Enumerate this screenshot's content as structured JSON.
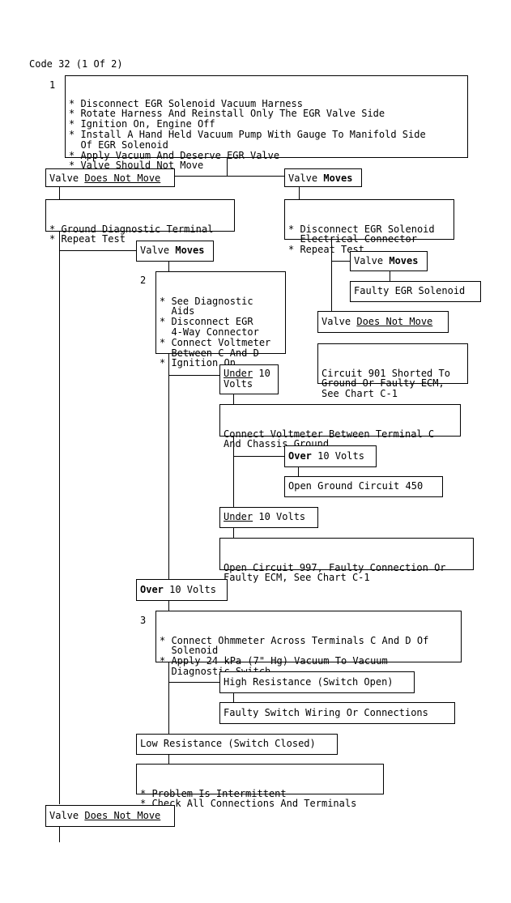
{
  "title": "Code 32 (1 Of 2)",
  "step1": {
    "number": "1",
    "lines": [
      "* Disconnect EGR Solenoid Vacuum Harness",
      "* Rotate Harness And Reinstall Only The EGR Valve Side",
      "* Ignition On, Engine Off",
      "* Install A Hand Held Vacuum Pump With Gauge To Manifold Side",
      "  Of EGR Solenoid",
      "* Apply Vacuum And Deserve EGR Valve",
      "* Valve Should Not Move"
    ]
  },
  "valve_not_move_1": {
    "prefix": "Valve ",
    "emph": "Does Not Move"
  },
  "valve_moves_right": {
    "prefix": "Valve ",
    "emph": "Moves"
  },
  "ground_diag": {
    "lines": [
      "* Ground Diagnostic Terminal",
      "* Repeat Test"
    ]
  },
  "disconnect_egr": {
    "lines": [
      "* Disconnect EGR Solenoid",
      "  Electrical Connector",
      "* Repeat Test"
    ]
  },
  "valve_moves_mid": {
    "prefix": "Valve ",
    "emph": "Moves"
  },
  "valve_moves_right2": {
    "prefix": "Valve ",
    "emph": "Moves"
  },
  "faulty_solenoid": "Faulty EGR Solenoid",
  "valve_not_move_right": {
    "prefix": "Valve ",
    "emph": "Does Not Move"
  },
  "circuit_901": {
    "lines": [
      "Circuit 901 Shorted To",
      "Ground Or Faulty ECM,",
      "See Chart C-1"
    ]
  },
  "step2": {
    "number": "2",
    "lines": [
      "* See Diagnostic",
      "  Aids",
      "* Disconnect EGR",
      "  4-Way Connector",
      "* Connect Voltmeter",
      "  Between C And D",
      "* Ignition On"
    ]
  },
  "under10_a": {
    "emph": "Under",
    "rest": " 10",
    "line2": "Volts"
  },
  "connect_voltmeter_c": {
    "lines": [
      "Connect Voltmeter Between Terminal C",
      "And Chassis Ground"
    ]
  },
  "over10_a": {
    "emph": "Over",
    "rest": " 10 Volts"
  },
  "open_ground_450": "Open Ground Circuit 450",
  "under10_b": {
    "emph": "Under",
    "rest": " 10 Volts"
  },
  "open_circuit_997": {
    "lines": [
      "Open Circuit 997, Faulty Connection Or",
      "Faulty ECM, See Chart C-1"
    ]
  },
  "over10_b": {
    "emph": "Over",
    "rest": " 10 Volts"
  },
  "step3": {
    "number": "3",
    "lines": [
      "* Connect Ohmmeter Across Terminals C And D Of",
      "  Solenoid",
      "* Apply 24 kPa (7\" Hg) Vacuum To Vacuum",
      "  Diagnostic Switch"
    ]
  },
  "high_resistance": "High Resistance (Switch Open)",
  "faulty_switch_wiring": "Faulty Switch Wiring Or Connections",
  "low_resistance": "Low Resistance (Switch Closed)",
  "intermittent": {
    "lines": [
      "* Problem Is Intermittent",
      "* Check All Connections And Terminals"
    ]
  },
  "valve_not_move_2": {
    "prefix": "Valve ",
    "emph": "Does Not Move"
  }
}
